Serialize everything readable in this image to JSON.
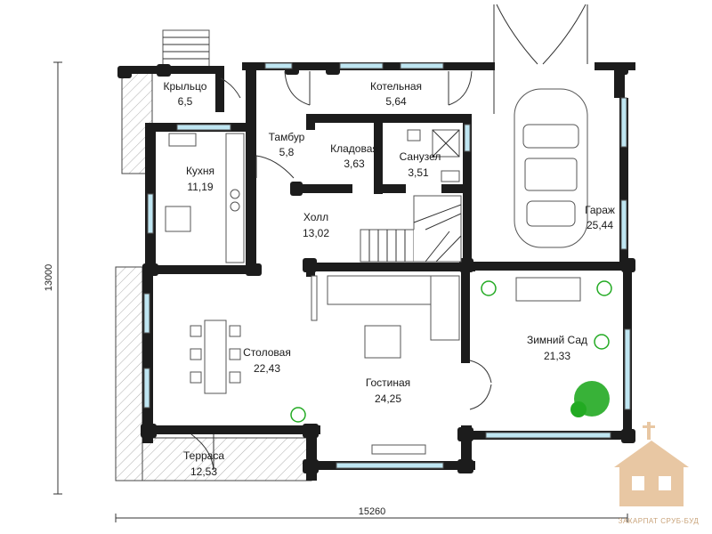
{
  "rooms": [
    {
      "id": "porch",
      "name": "Крыльцо",
      "area": "6,5"
    },
    {
      "id": "boiler",
      "name": "Котельная",
      "area": "5,64"
    },
    {
      "id": "vestibule",
      "name": "Тамбур",
      "area": "5,8"
    },
    {
      "id": "pantry",
      "name": "Кладовая",
      "area": "3,63"
    },
    {
      "id": "bathroom",
      "name": "Санузел",
      "area": "3,51"
    },
    {
      "id": "kitchen",
      "name": "Кухня",
      "area": "11,19"
    },
    {
      "id": "hall",
      "name": "Холл",
      "area": "13,02"
    },
    {
      "id": "garage",
      "name": "Гараж",
      "area": "25,44"
    },
    {
      "id": "dining",
      "name": "Столовая",
      "area": "22,43"
    },
    {
      "id": "winter-garden",
      "name": "Зимний Сад",
      "area": "21,33"
    },
    {
      "id": "living",
      "name": "Гостиная",
      "area": "24,25"
    },
    {
      "id": "terrace",
      "name": "Терраса",
      "area": "12,53"
    }
  ],
  "dimensions": {
    "width": "15260",
    "height": "13000"
  },
  "logo": {
    "text": "ЗАКАРПАТ СРУБ-БУД"
  },
  "colors": {
    "walls": "#1c1c1c",
    "windows": "#bfe6f2",
    "plants": "#22aa22",
    "logo": "#e8c7a3"
  }
}
